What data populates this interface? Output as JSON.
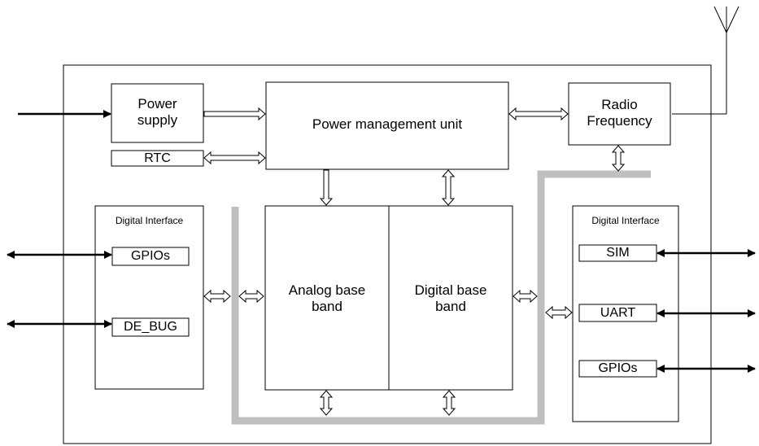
{
  "blocks": {
    "power_supply": "Power\nsupply",
    "rtc": "RTC",
    "pmu": "Power management unit",
    "radio_frequency": "Radio\nFrequency",
    "analog_base_band": "Analog base\nband",
    "digital_base_band": "Digital base\nband"
  },
  "left_interface": {
    "title": "Digital Interface",
    "ports": [
      "GPIOs",
      "DE_BUG"
    ]
  },
  "right_interface": {
    "title": "Digital Interface",
    "ports": [
      "SIM",
      "UART",
      "GPIOs"
    ]
  },
  "colors": {
    "line": "#000000",
    "bus": "#bfbfbf",
    "background": "#ffffff"
  }
}
